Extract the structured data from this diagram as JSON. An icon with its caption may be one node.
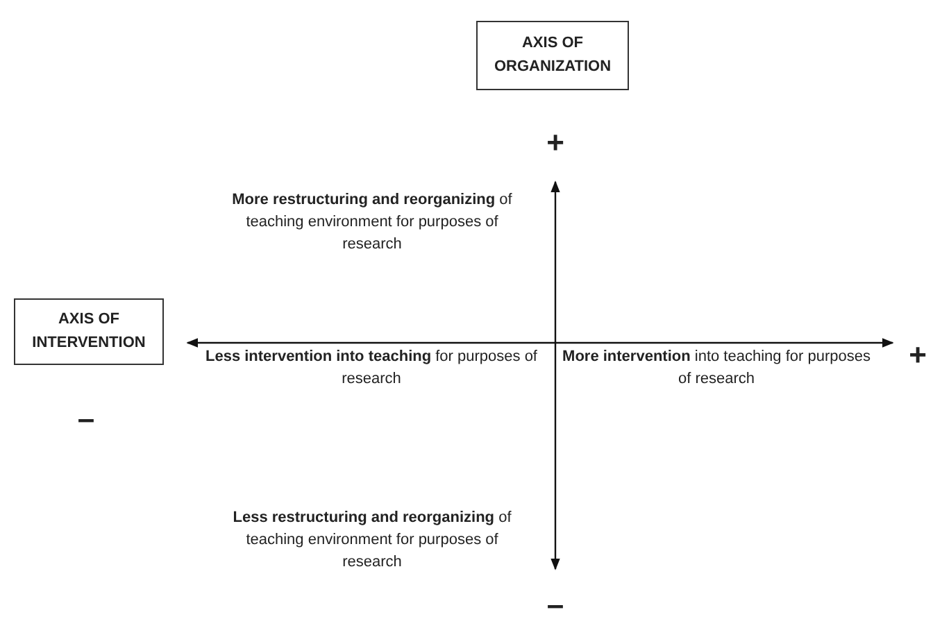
{
  "diagram": {
    "nodes": [
      {
        "text": [
          "AXIS OF ORGANIZATION"
        ]
      },
      {
        "text": [
          "AXIS OF INTERVENTION"
        ]
      }
    ],
    "edges": [],
    "labels": [
      "+",
      "**More restructuring and reorganizing** of teaching environment for purposes of research",
      "**Less intervention into teaching** for purposes of research",
      "**More intervention** into teaching for purposes of research",
      "+",
      "–",
      "**Less restructuring and reorganizing** of teaching environment for purposes of research",
      "–"
    ]
  }
}
